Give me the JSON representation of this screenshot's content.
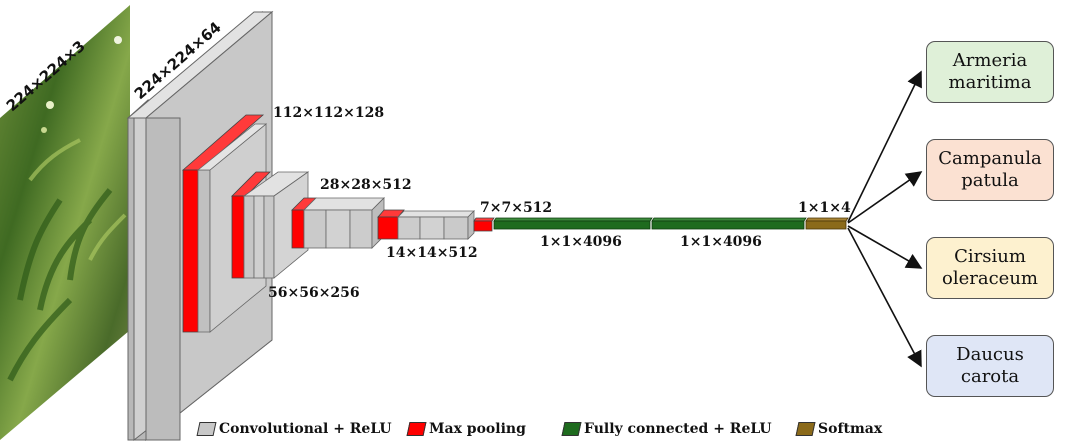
{
  "input_label": "224×224×3",
  "layers": {
    "conv1": "224×224×64",
    "conv2": "112×112×128",
    "conv3": "56×56×256",
    "conv4": "28×28×512",
    "conv5": "14×14×512",
    "pool5": "7×7×512",
    "fc1": "1×1×4096",
    "fc2": "1×1×4096",
    "softmax": "1×1×4"
  },
  "outputs": [
    {
      "line1": "Armeria",
      "line2": "maritima",
      "color": "#dff0d8"
    },
    {
      "line1": "Campanula",
      "line2": "patula",
      "color": "#fbe1d2"
    },
    {
      "line1": "Cirsium",
      "line2": "oleraceum",
      "color": "#fdf1cf"
    },
    {
      "line1": "Daucus",
      "line2": "carota",
      "color": "#dfe6f6"
    }
  ],
  "legend": {
    "conv": "Convolutional + ReLU",
    "pool": "Max pooling",
    "fc": "Fully connected + ReLU",
    "softmax": "Softmax"
  },
  "colors": {
    "conv": "#c8c8c8",
    "pool": "#ff0000",
    "fc": "#1e6b1e",
    "softmax": "#8b6a1a"
  }
}
